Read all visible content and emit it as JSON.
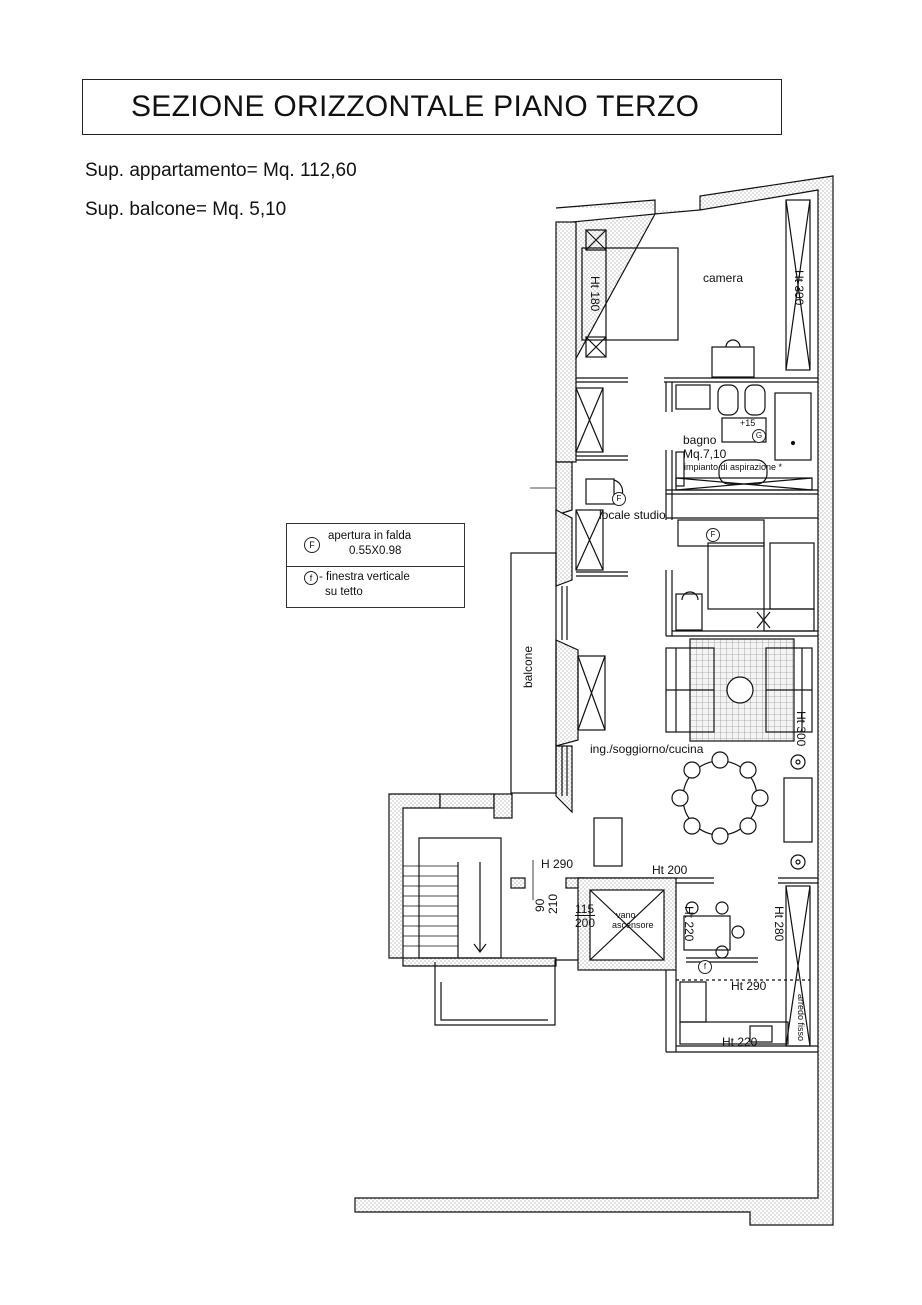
{
  "title": "SEZIONE ORIZZONTALE PIANO TERZO",
  "surfaces": {
    "apartment": "Sup. appartamento= Mq. 112,60",
    "balcony": "Sup. balcone= Mq. 5,10"
  },
  "legend": {
    "symbol_F": "F",
    "symbol_f": "f",
    "item1_line1": "apertura in falda",
    "item1_line2": "0.55X0.98",
    "item2_line1": "- finestra verticale",
    "item2_line2": "su tetto"
  },
  "rooms": {
    "camera": "camera",
    "bagno": "bagno",
    "bagno_area": "Mq.7,10",
    "aspirazione": "impianto di aspirazione *",
    "studio": "locale studio",
    "soggiorno": "ing./soggiorno/cucina",
    "balcone": "balcone",
    "vano_ascensore_1": "vano",
    "vano_ascensore_2": "ascensore",
    "arredo": "arredo fisso"
  },
  "heights": {
    "ht180": "Ht 180",
    "ht300_top": "Ht 300",
    "ht300_mid": "Ht 300",
    "h290_door": "H 290",
    "ht200": "Ht 200",
    "ht220_a": "Ht 220",
    "ht280": "Ht 280",
    "ht290": "Ht 290",
    "ht220_b": "Ht 220",
    "plus15": "+15",
    "door_90": "90",
    "door_210": "210",
    "lift_115": "115",
    "lift_200": "200"
  }
}
